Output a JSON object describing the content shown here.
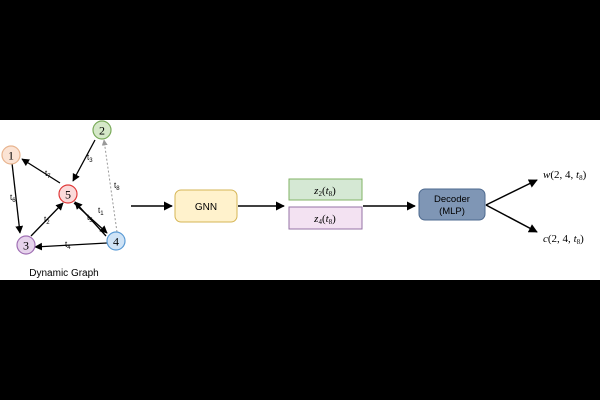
{
  "graph": {
    "caption": "Dynamic Graph",
    "nodes": [
      {
        "id": "1",
        "fill": "#fbe3d4",
        "stroke": "#e8b48f"
      },
      {
        "id": "2",
        "fill": "#d5e8c8",
        "stroke": "#7aab5a"
      },
      {
        "id": "3",
        "fill": "#e6d3ec",
        "stroke": "#a070b4"
      },
      {
        "id": "4",
        "fill": "#cfe3f6",
        "stroke": "#5b9bd5"
      },
      {
        "id": "5",
        "fill": "#fbdada",
        "stroke": "#e03a3a"
      }
    ],
    "edge_labels": {
      "t1": {
        "base": "t",
        "sub": "1"
      },
      "t2": {
        "base": "t",
        "sub": "2"
      },
      "t3": {
        "base": "t",
        "sub": "3"
      },
      "t4": {
        "base": "t",
        "sub": "4"
      },
      "t5": {
        "base": "t",
        "sub": "5"
      },
      "t6": {
        "base": "t",
        "sub": "6"
      },
      "t7": {
        "base": "t",
        "sub": "7"
      },
      "t8": {
        "base": "t",
        "sub": "8"
      }
    }
  },
  "gnn": {
    "label": "GNN",
    "fill": "#fff2cc",
    "stroke": "#d6b656"
  },
  "embeddings": {
    "z2": {
      "base": "z",
      "sub": "2",
      "arg": "t",
      "arg_sub": "8",
      "fill": "#d5e8d4",
      "stroke": "#82b366"
    },
    "z4": {
      "base": "z",
      "sub": "4",
      "arg": "t",
      "arg_sub": "8",
      "fill": "#f3e2f2",
      "stroke": "#9673a6"
    }
  },
  "decoder": {
    "line1": "Decoder",
    "line2": "(MLP)",
    "fill": "#7f96b5",
    "stroke": "#4e6a8f"
  },
  "outputs": {
    "w": {
      "fn": "w",
      "args": "(2, 4, ",
      "arg": "t",
      "arg_sub": "8",
      "close": ")"
    },
    "c": {
      "fn": "c",
      "args": "(2, 4, ",
      "arg": "t",
      "arg_sub": "8",
      "close": ")"
    }
  }
}
